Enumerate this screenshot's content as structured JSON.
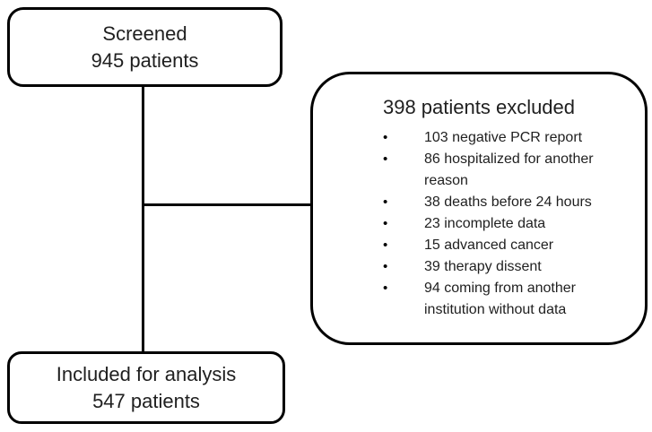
{
  "diagram": {
    "top_box": {
      "line1": "Screened",
      "line2": "945 patients"
    },
    "excluded_box": {
      "title": "398 patients excluded",
      "bullet": "•",
      "items": [
        "103 negative PCR report",
        "86 hospitalized for another reason",
        "38 deaths before 24 hours",
        "23 incomplete data",
        "15 advanced cancer",
        "39 therapy dissent",
        "94 coming from another institution without data"
      ]
    },
    "bottom_box": {
      "line1": "Included for analysis",
      "line2": "547 patients"
    },
    "colors": {
      "border": "#000000",
      "text": "#1f1f1f",
      "background": "#ffffff"
    }
  }
}
